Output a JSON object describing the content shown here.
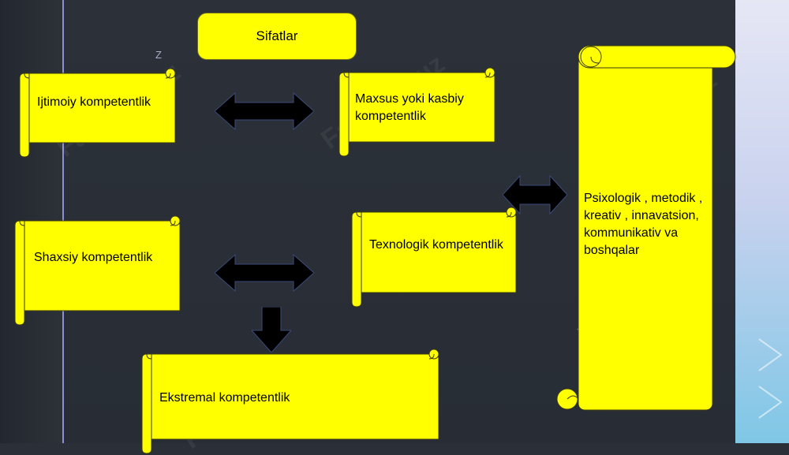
{
  "diagram": {
    "title": "Sifatlar",
    "nodes": {
      "ijtimoiy": "Ijtimoiy kompetentlik",
      "maxsus": "Maxsus yoki kasbiy kompetentlik",
      "shaxsiy": "Shaxsiy kompetentlik",
      "texnologik": "Texnologik kompetentlik",
      "ekstremal": "Ekstremal kompetentlik",
      "psixologik": "Psixologik , metodik , kreativ , innavatsion, kommunikativ va boshqalar"
    },
    "marks": [
      "Z",
      "Z"
    ],
    "watermark": "FaylHub.uz"
  },
  "colors": {
    "scroll_fill": "#ffff00",
    "scroll_stroke": "#3a3a10",
    "arrow_fill": "#000000",
    "arrow_stroke": "#3b4a7a"
  }
}
